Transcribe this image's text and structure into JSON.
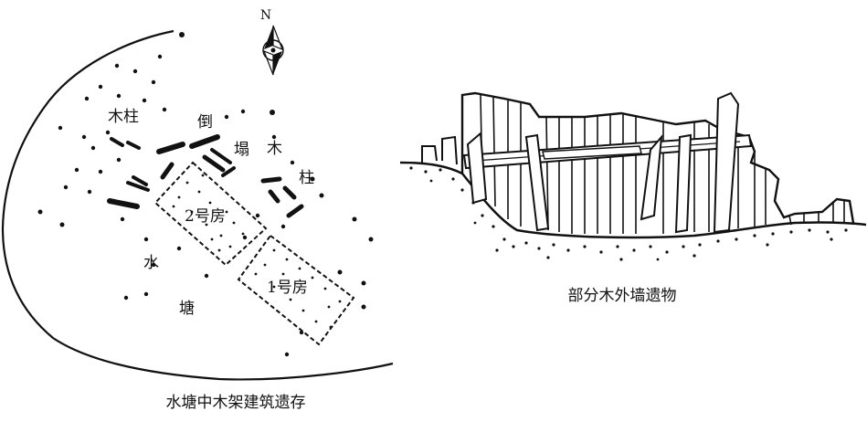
{
  "left_figure": {
    "compass": "N",
    "labels": {
      "wooden_pillar": "木柱",
      "collapsed_1": "倒",
      "collapsed_2": "塌",
      "collapsed_3": "木",
      "collapsed_4": "柱",
      "house_2": "2号房",
      "house_1": "1号房",
      "pond_1": "水",
      "pond_2": "塘"
    },
    "caption": "水塘中木架建筑遗存"
  },
  "right_figure": {
    "caption": "部分木外墙遗物"
  }
}
